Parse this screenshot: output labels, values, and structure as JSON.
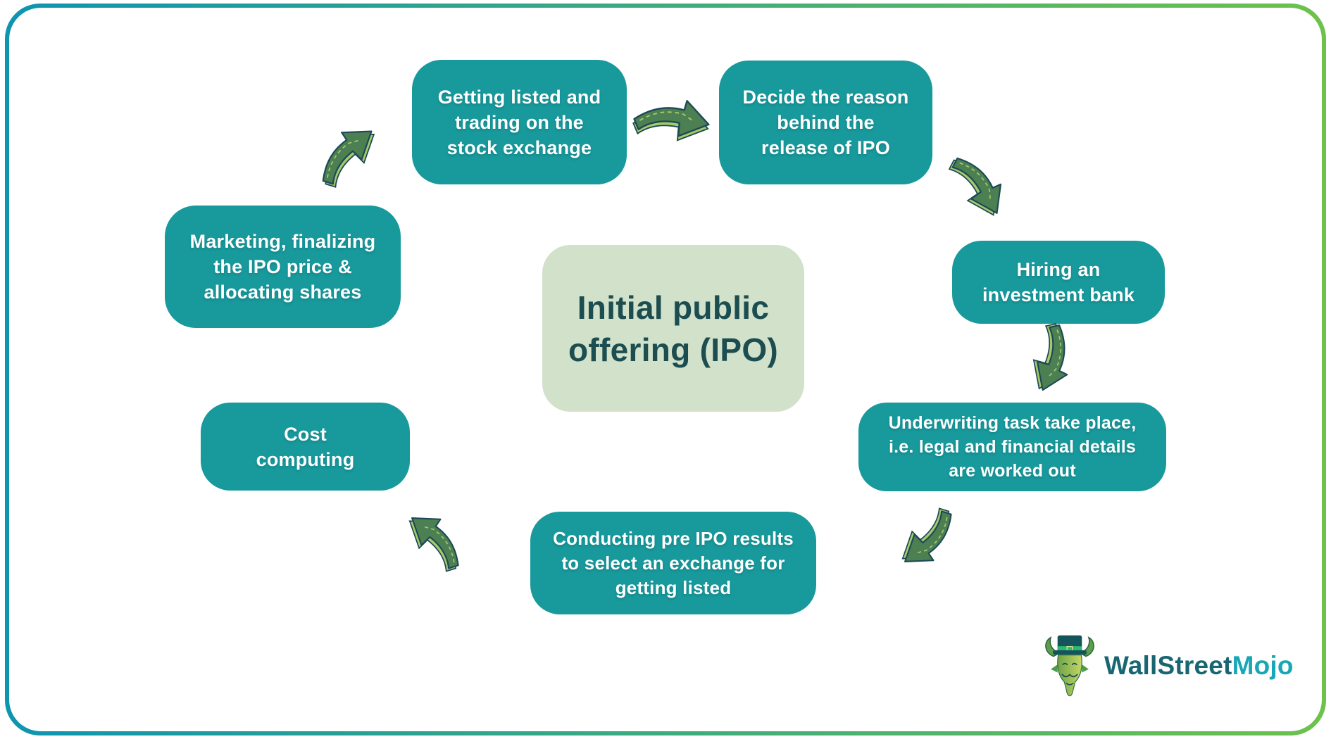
{
  "diagram": {
    "center": {
      "lines": [
        "Initial public",
        "offering (IPO)"
      ]
    },
    "steps": [
      {
        "name": "getting-listed",
        "lines": [
          "Getting listed and",
          "trading on the",
          "stock exchange"
        ]
      },
      {
        "name": "decide-reason",
        "lines": [
          "Decide the reason",
          "behind the",
          "release of IPO"
        ]
      },
      {
        "name": "hiring-bank",
        "lines": [
          "Hiring an",
          "investment bank"
        ]
      },
      {
        "name": "underwriting",
        "lines": [
          "Underwriting task take place,",
          "i.e. legal and financial details",
          "are worked out"
        ]
      },
      {
        "name": "conducting",
        "lines": [
          "Conducting pre IPO results",
          "to select an exchange for",
          "getting listed"
        ]
      },
      {
        "name": "cost-computing",
        "lines": [
          "Cost",
          "computing"
        ]
      },
      {
        "name": "marketing",
        "lines": [
          "Marketing, finalizing",
          "the IPO price &",
          "allocating shares"
        ]
      }
    ],
    "arrows": [
      {
        "name": "arrow-marketing-to-getting-listed",
        "direction": "up-right"
      },
      {
        "name": "arrow-getting-listed-to-decide",
        "direction": "right"
      },
      {
        "name": "arrow-decide-to-hiring",
        "direction": "down-right"
      },
      {
        "name": "arrow-hiring-to-underwriting",
        "direction": "down"
      },
      {
        "name": "arrow-underwriting-to-conducting",
        "direction": "down-left"
      },
      {
        "name": "arrow-conducting-to-cost",
        "direction": "up-left"
      }
    ]
  },
  "logo": {
    "brand_part1": "WallStreet",
    "brand_part2": "Mojo"
  },
  "colors": {
    "box_fill": "#18999C",
    "box_text": "#FFFFFF",
    "center_fill": "#D2E1CA",
    "center_text": "#1C4D50",
    "arrow_fill": "#4C7F52",
    "arrow_highlight": "#A6C969",
    "arrow_outline": "#1C4956",
    "frame_gradient_start": "#0D95B1",
    "frame_gradient_end": "#6DC24B",
    "logo_text_primary": "#176672",
    "logo_text_secondary": "#18A7B5"
  }
}
